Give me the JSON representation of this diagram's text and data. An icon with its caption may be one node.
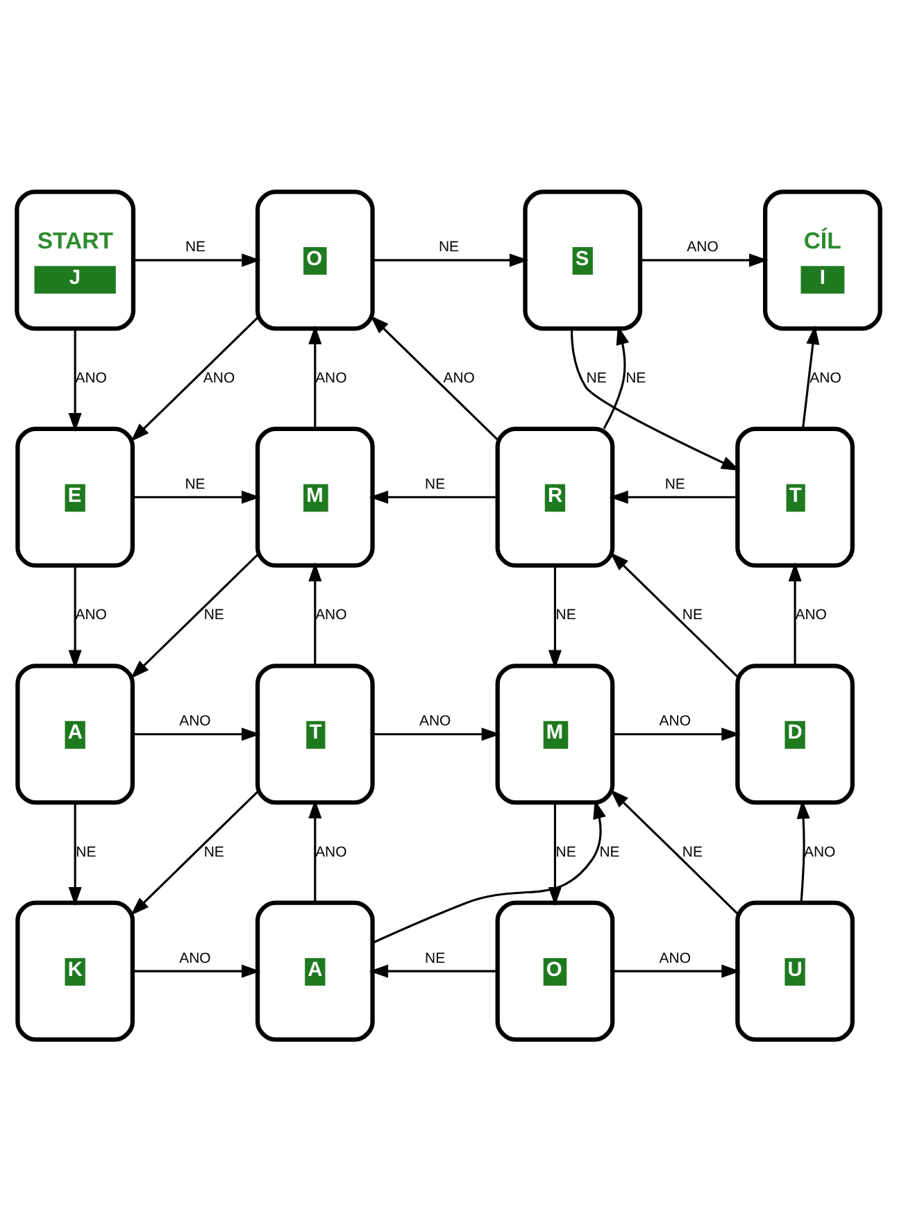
{
  "diagram": {
    "nodes": [
      {
        "text": [
          "START",
          "J"
        ]
      },
      {
        "text": [
          "O"
        ]
      },
      {
        "text": [
          "S"
        ]
      },
      {
        "text": [
          "CÍL",
          "I"
        ]
      },
      {
        "text": [
          "E"
        ]
      },
      {
        "text": [
          "M"
        ]
      },
      {
        "text": [
          "R"
        ]
      },
      {
        "text": [
          "T"
        ]
      },
      {
        "text": [
          "A"
        ]
      },
      {
        "text": [
          "T"
        ]
      },
      {
        "text": [
          "M"
        ]
      },
      {
        "text": [
          "D"
        ]
      },
      {
        "text": [
          "K"
        ]
      },
      {
        "text": [
          "A"
        ]
      },
      {
        "text": [
          "O"
        ]
      },
      {
        "text": [
          "U"
        ]
      }
    ],
    "edges": [
      {
        "from": 0,
        "to": 1,
        "arrow": "to",
        "label": "NE"
      },
      {
        "from": 1,
        "to": 2,
        "arrow": "to",
        "label": "NE"
      },
      {
        "from": 2,
        "to": 3,
        "arrow": "to",
        "label": "ANO"
      },
      {
        "from": 0,
        "to": 4,
        "arrow": "to",
        "label": "ANO"
      },
      {
        "from": 1,
        "to": 4,
        "arrow": "to",
        "label": "ANO"
      },
      {
        "from": 5,
        "to": 1,
        "arrow": "to",
        "label": "ANO"
      },
      {
        "from": 6,
        "to": 1,
        "arrow": "to",
        "label": "ANO"
      },
      {
        "from": 6,
        "to": 2,
        "arrow": "to",
        "label": "NE"
      },
      {
        "from": 2,
        "to": 7,
        "arrow": "to",
        "label": "NE"
      },
      {
        "from": 7,
        "to": 3,
        "arrow": "to",
        "label": "ANO"
      },
      {
        "from": 4,
        "to": 5,
        "arrow": "to",
        "label": "NE"
      },
      {
        "from": 6,
        "to": 5,
        "arrow": "to",
        "label": "NE"
      },
      {
        "from": 7,
        "to": 6,
        "arrow": "to",
        "label": "NE"
      },
      {
        "from": 4,
        "to": 8,
        "arrow": "to",
        "label": "ANO"
      },
      {
        "from": 5,
        "to": 8,
        "arrow": "to",
        "label": "NE"
      },
      {
        "from": 9,
        "to": 5,
        "arrow": "to",
        "label": "ANO"
      },
      {
        "from": 6,
        "to": 10,
        "arrow": "to",
        "label": "NE"
      },
      {
        "from": 11,
        "to": 6,
        "arrow": "to",
        "label": "NE"
      },
      {
        "from": 11,
        "to": 7,
        "arrow": "to",
        "label": "ANO"
      },
      {
        "from": 8,
        "to": 9,
        "arrow": "to",
        "label": "ANO"
      },
      {
        "from": 9,
        "to": 10,
        "arrow": "to",
        "label": "ANO"
      },
      {
        "from": 10,
        "to": 11,
        "arrow": "to",
        "label": "ANO"
      },
      {
        "from": 8,
        "to": 12,
        "arrow": "to",
        "label": "NE"
      },
      {
        "from": 9,
        "to": 12,
        "arrow": "to",
        "label": "NE"
      },
      {
        "from": 13,
        "to": 9,
        "arrow": "to",
        "label": "ANO"
      },
      {
        "from": 13,
        "to": 10,
        "arrow": "to",
        "label": "NE"
      },
      {
        "from": 10,
        "to": 14,
        "arrow": "to",
        "label": "NE"
      },
      {
        "from": 15,
        "to": 10,
        "arrow": "to",
        "label": "NE"
      },
      {
        "from": 15,
        "to": 11,
        "arrow": "to",
        "label": "ANO"
      },
      {
        "from": 12,
        "to": 13,
        "arrow": "to",
        "label": "ANO"
      },
      {
        "from": 14,
        "to": 13,
        "arrow": "to",
        "label": "NE"
      },
      {
        "from": 14,
        "to": 15,
        "arrow": "to",
        "label": "ANO"
      }
    ]
  }
}
